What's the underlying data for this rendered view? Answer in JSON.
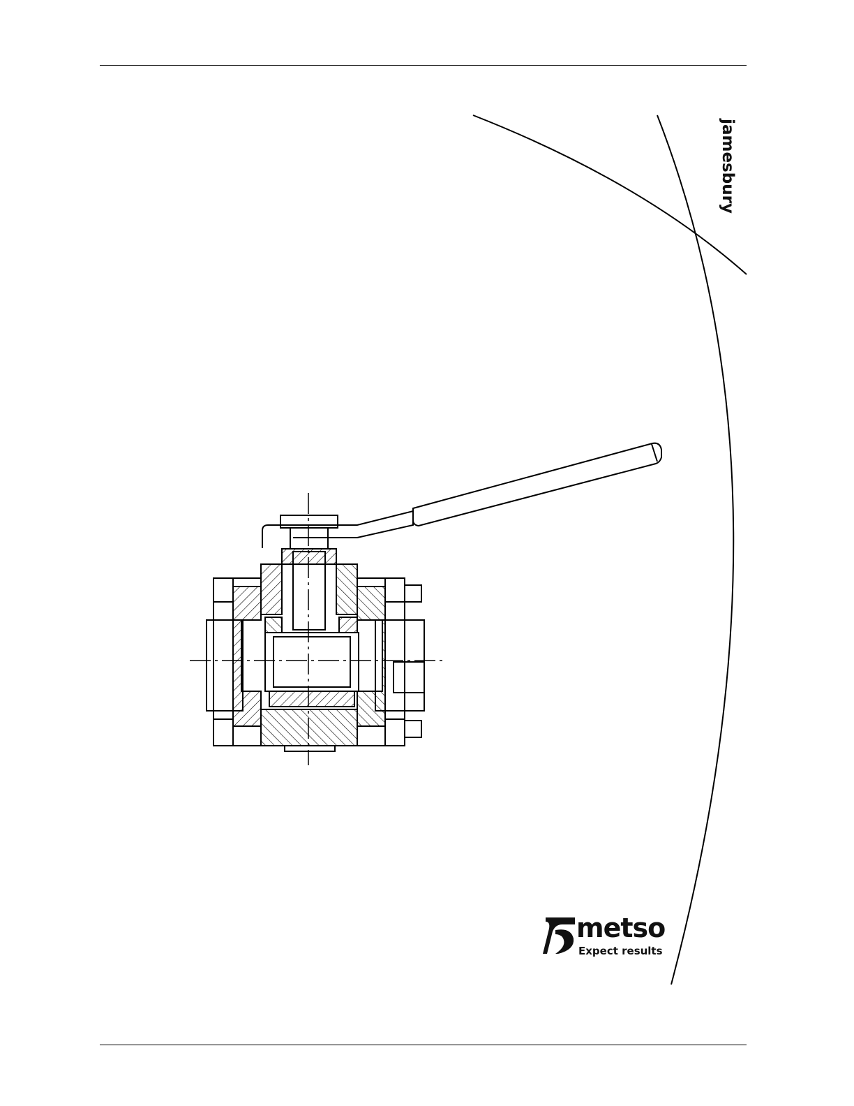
{
  "brand": {
    "product_line": "jamesbury",
    "company": "metso",
    "tagline": "Expect results"
  },
  "illustration": {
    "subject": "ball-valve-cross-section-with-lever-handle"
  },
  "colors": {
    "ink": "#000000",
    "paper": "#ffffff"
  },
  "icons": {
    "logo_mark": "metso-swoosh-icon"
  }
}
